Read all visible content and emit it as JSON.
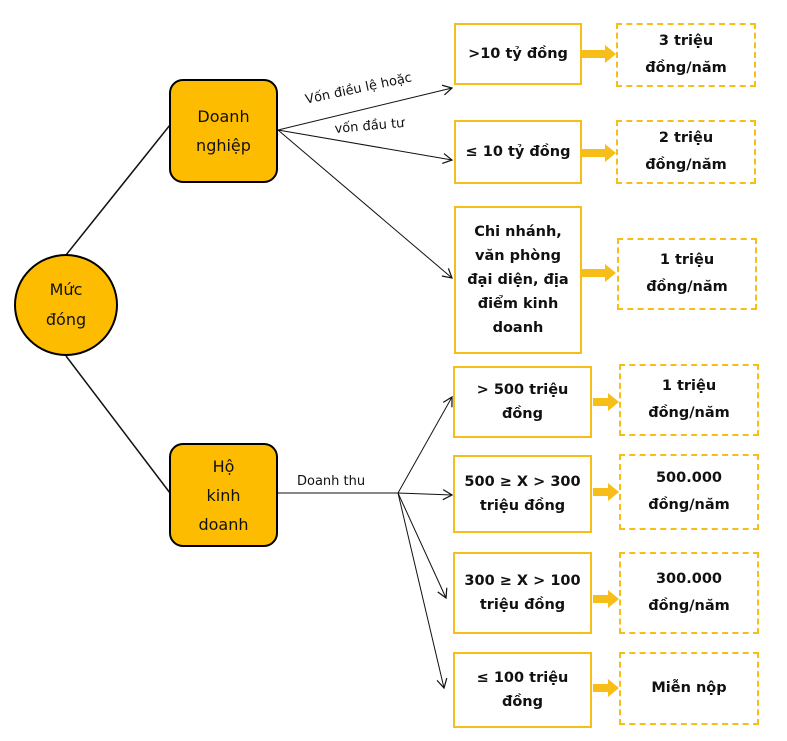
{
  "root": {
    "label": "Mức\nđóng"
  },
  "branches": [
    {
      "label": "Doanh\nnghiệp",
      "edge_label": [
        "Vốn điều lệ hoặc",
        "vốn đầu tư"
      ],
      "categories": [
        {
          "label": ">10 tỷ đồng",
          "fee": "3 triệu\nđồng/năm"
        },
        {
          "label": "≤ 10 tỷ đồng",
          "fee": "2 triệu\nđồng/năm"
        },
        {
          "label": "Chi nhánh,\nvăn phòng\nđại diện, địa\nđiểm kinh\ndoanh",
          "fee": "1 triệu\nđồng/năm"
        }
      ]
    },
    {
      "label": "Hộ\nkinh\ndoanh",
      "edge_label": [
        "Doanh thu"
      ],
      "categories": [
        {
          "label": "> 500 triệu\nđồng",
          "fee": "1 triệu\nđồng/năm"
        },
        {
          "label": "500 ≥ X > 300\ntriệu đồng",
          "fee": "500.000\nđồng/năm"
        },
        {
          "label": "300 ≥ X > 100\ntriệu đồng",
          "fee": "300.000\nđồng/năm"
        },
        {
          "label": "≤ 100 triệu\nđồng",
          "fee": "Miễn nộp"
        }
      ]
    }
  ],
  "colors": {
    "fill": "#fdbc00",
    "outline": "#000000",
    "accent": "#f7bd18"
  }
}
